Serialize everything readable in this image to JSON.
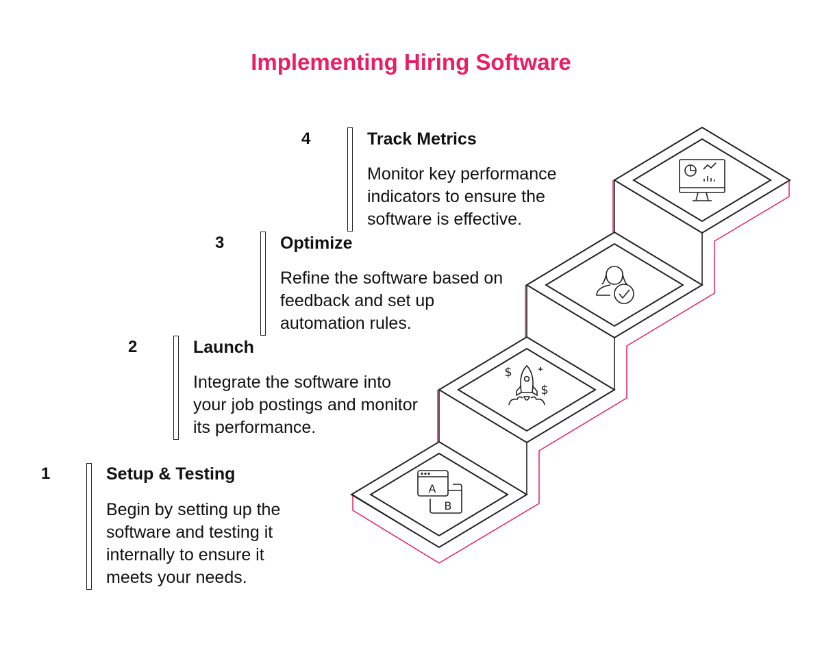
{
  "title": "Implementing Hiring Software",
  "accent_color": "#E91E63",
  "steps": [
    {
      "number": "1",
      "title": "Setup & Testing",
      "description": "Begin by setting up the software and testing it internally to ensure it meets your needs.",
      "icon": "ab-test-icon"
    },
    {
      "number": "2",
      "title": "Launch",
      "description": "Integrate the software into your job postings and monitor its performance.",
      "icon": "rocket-icon"
    },
    {
      "number": "3",
      "title": "Optimize",
      "description": "Refine the software based on feedback and set up automation rules.",
      "icon": "user-check-icon"
    },
    {
      "number": "4",
      "title": "Track Metrics",
      "description": "Monitor key performance indicators to ensure the software is effective.",
      "icon": "monitor-chart-icon"
    }
  ],
  "icon_labels": {
    "a": "A",
    "b": "B"
  }
}
